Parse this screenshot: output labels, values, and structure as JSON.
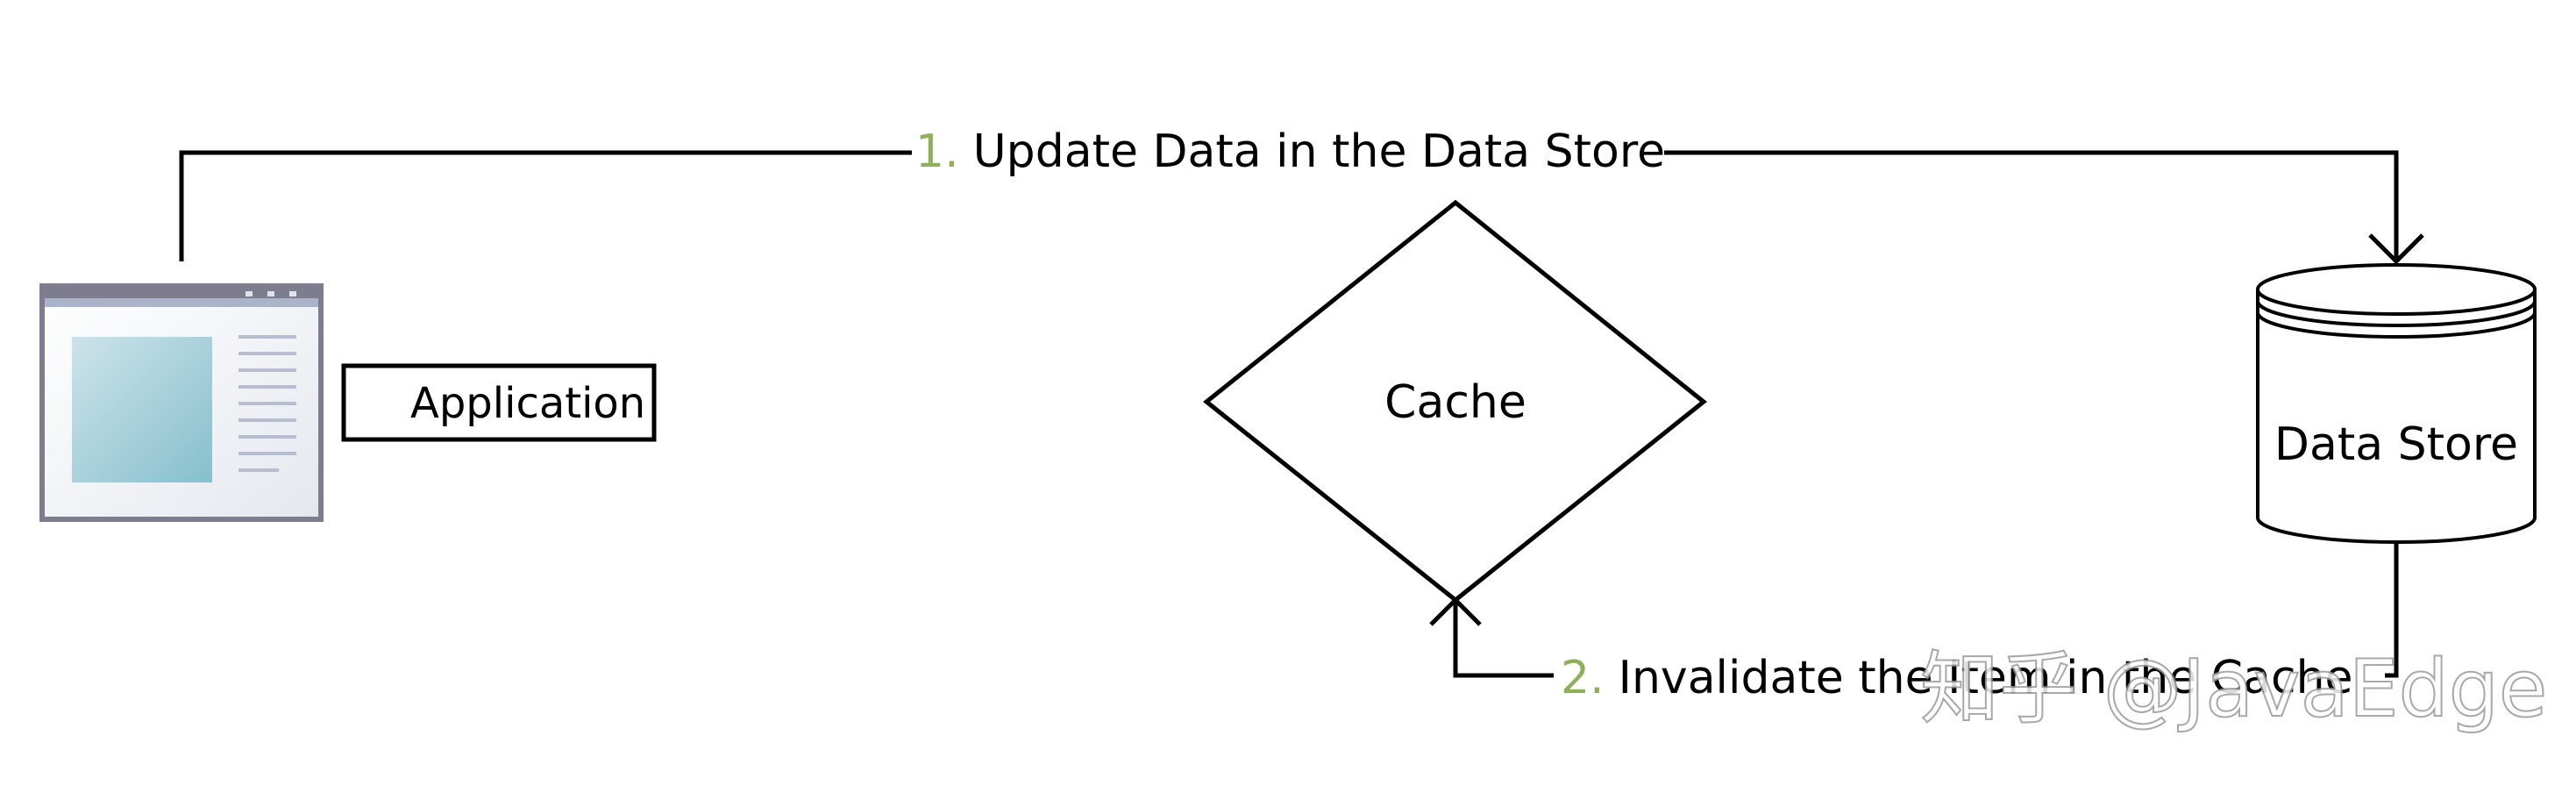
{
  "nodes": {
    "application": {
      "label": "Application"
    },
    "cache": {
      "label": "Cache"
    },
    "data_store": {
      "label": "Data Store"
    }
  },
  "edges": [
    {
      "from": "application",
      "to": "data_store",
      "step": "1.",
      "text": "Update Data in the Data Store"
    },
    {
      "from": "data_store",
      "to": "cache",
      "step": "2.",
      "text": "Invalidate the Item in the Cache"
    }
  ],
  "watermark": "知乎 @JavaEdge",
  "colors": {
    "line": "#000000",
    "step_number": "#8fb05a",
    "window_frame": "#7d7d8f",
    "window_panel": "#9fcbd6"
  },
  "icons": {
    "application": "app-window-icon",
    "data_store": "database-cylinder-icon"
  }
}
